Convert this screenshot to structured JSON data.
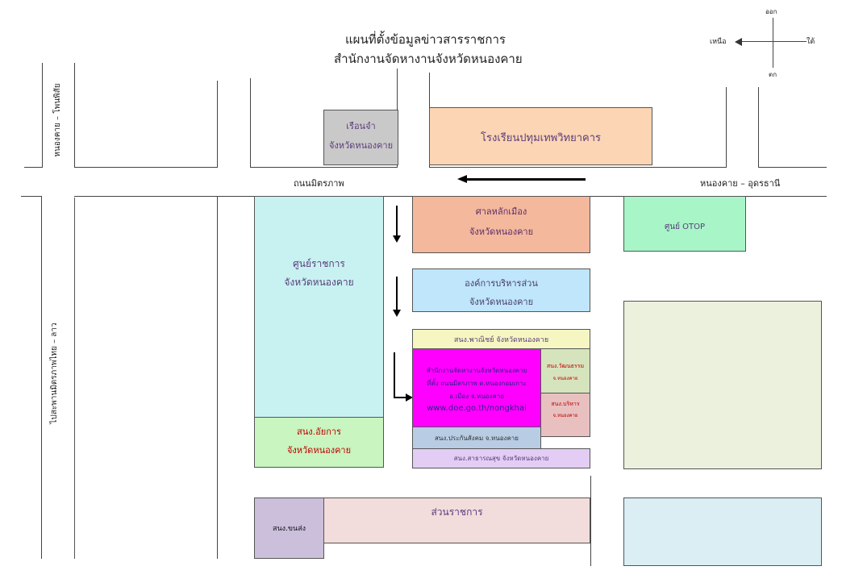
{
  "title": {
    "line1": "แผนที่ตั้งข้อมูลข่าวสารราชการ",
    "line2": "สำนักงานจัดหางานจังหวัดหนองคาย"
  },
  "compass": {
    "north": "เหนือ",
    "south": "ใต้",
    "east": "ออก",
    "west": "ตก"
  },
  "roads": {
    "left_vertical_top": "หนองคาย – โพนพิสัย",
    "left_vertical_bottom": "ไปสะพานมิตรภาพไทย – ลาว",
    "main_left": "ถนนมิตรภาพ",
    "main_right": "หนองคาย – อุดรธานี"
  },
  "buildings": {
    "prison_line1": "เรือนจำ",
    "prison_line2": "จังหวัดหนองคาย",
    "school": "โรงเรียนปทุมเทพวิทยาคาร",
    "city_pillar_line1": "ศาลหลักเมือง",
    "city_pillar_line2": "จังหวัดหนองคาย",
    "otop": "ศูนย์ OTOP",
    "gov_center_line1": "ศูนย์ราชการ",
    "gov_center_line2": "จังหวัดหนองคาย",
    "pao_line1": "องค์การบริหารส่วน",
    "pao_line2": "จังหวัดหนองคาย",
    "commerce": "สนง.พาณิชย์ จังหวัดหนองคาย",
    "office_line1": "สำนักงานจัดหางานจังหวัดหนองคาย",
    "office_line2": "ที่ตั้ง ถนนมิตรภาพ ต.หนองกอมเกาะ",
    "office_line3": "อ.เมือง จ.หนองคาย",
    "office_url": "www.doe.go.th/nongkhai",
    "culture_line1": "สนง.วัฒนธรรม",
    "culture_line2": "จ.หนองคาย",
    "admin_line1": "สนง.บริหาร",
    "admin_line2": "จ.หนองคาย",
    "social_security": "สนง.ประกันสังคม จ.หนองคาย",
    "prosecutor_line1": "สนง.อัยการ",
    "prosecutor_line2": "จังหวัดหนองคาย",
    "public_health": "สนง.สาธารณสุข จังหวัดหนองคาย",
    "transport": "สนง.ขนส่ง",
    "gov_agencies": "ส่วนราชการ"
  },
  "colors": {
    "prison": "#c9c9c9",
    "school": "#fcd5b4",
    "city_pillar": "#f4b89c",
    "otop": "#a8f5c8",
    "gov_center": "#c8f2f2",
    "pao": "#bfe6fb",
    "commerce": "#f6f6c2",
    "office": "#ff00ff",
    "culture": "#d6e4bd",
    "admin": "#e8c0c0",
    "social_security": "#b8cde4",
    "prosecutor": "#c8f5c0",
    "public_health": "#e3cdf5",
    "transport": "#cbbfdc",
    "gov_agencies": "#f2dcdc",
    "right_mid": "#ebf1dd",
    "right_bottom": "#daeef3"
  }
}
